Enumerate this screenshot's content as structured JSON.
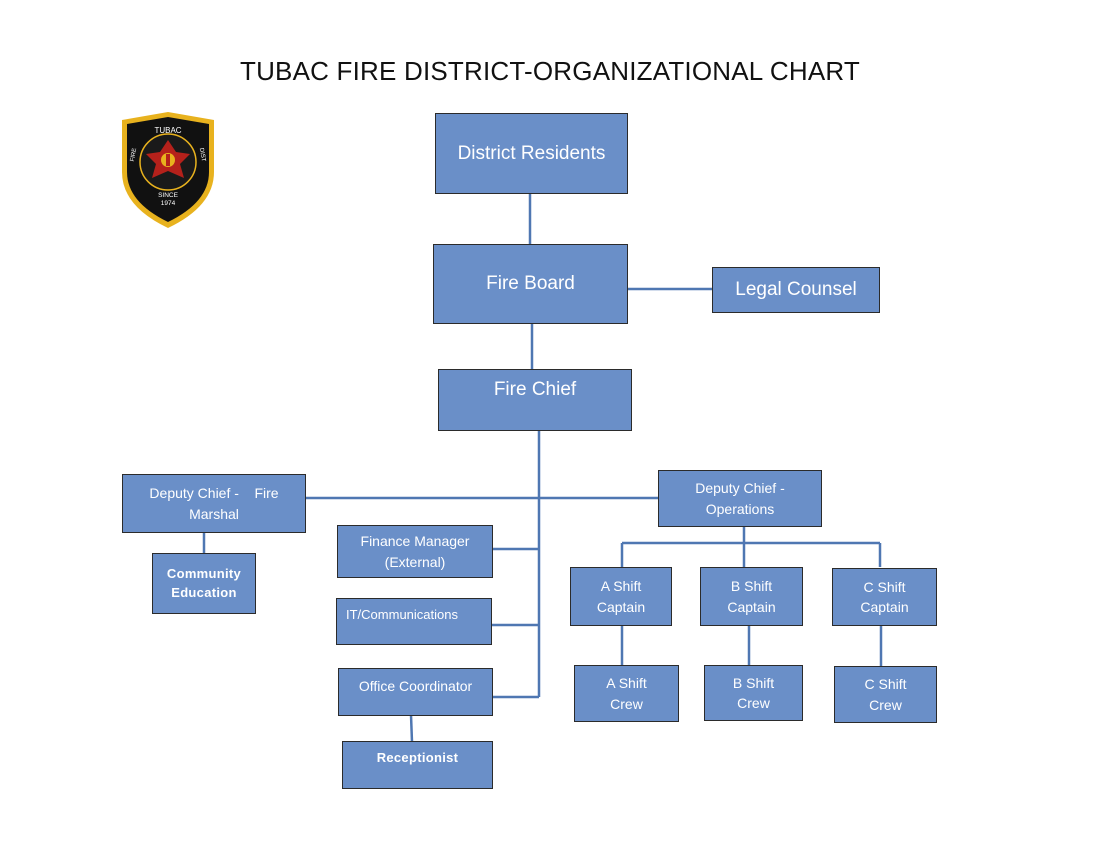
{
  "title": "TUBAC FIRE DISTRICT-ORGANIZATIONAL CHART",
  "logo": {
    "top_text": "TUBAC",
    "left_text": "FIRE",
    "right_text": "DIST",
    "since": "SINCE",
    "year": "1974"
  },
  "colors": {
    "box_fill": "#6a8fc8",
    "box_border": "#2b2b2b",
    "connector": "#4f77b2",
    "logo_gold": "#e8b21e"
  },
  "nodes": {
    "district_residents": "District Residents",
    "fire_board": "Fire Board",
    "legal_counsel": "Legal Counsel",
    "fire_chief": "Fire Chief",
    "deputy_chief_fm": {
      "line1": "Deputy Chief -    Fire",
      "line2": "Marshal"
    },
    "community_education": {
      "line1": "Community",
      "line2": "Education"
    },
    "deputy_chief_ops": {
      "line1": "Deputy Chief -",
      "line2": "Operations"
    },
    "finance_manager": {
      "line1": "Finance Manager",
      "line2": "(External)"
    },
    "it_communications": "IT/Communications",
    "office_coordinator": "Office Coordinator",
    "receptionist": "Receptionist",
    "a_shift_captain": {
      "line1": "A Shift",
      "line2": "Captain"
    },
    "b_shift_captain": {
      "line1": "B Shift",
      "line2": "Captain"
    },
    "c_shift_captain": {
      "line1": "C Shift",
      "line2": "Captain"
    },
    "a_shift_crew": {
      "line1": "A Shift",
      "line2": "Crew"
    },
    "b_shift_crew": {
      "line1": "B Shift",
      "line2": "Crew"
    },
    "c_shift_crew": {
      "line1": "C Shift",
      "line2": "Crew"
    }
  }
}
